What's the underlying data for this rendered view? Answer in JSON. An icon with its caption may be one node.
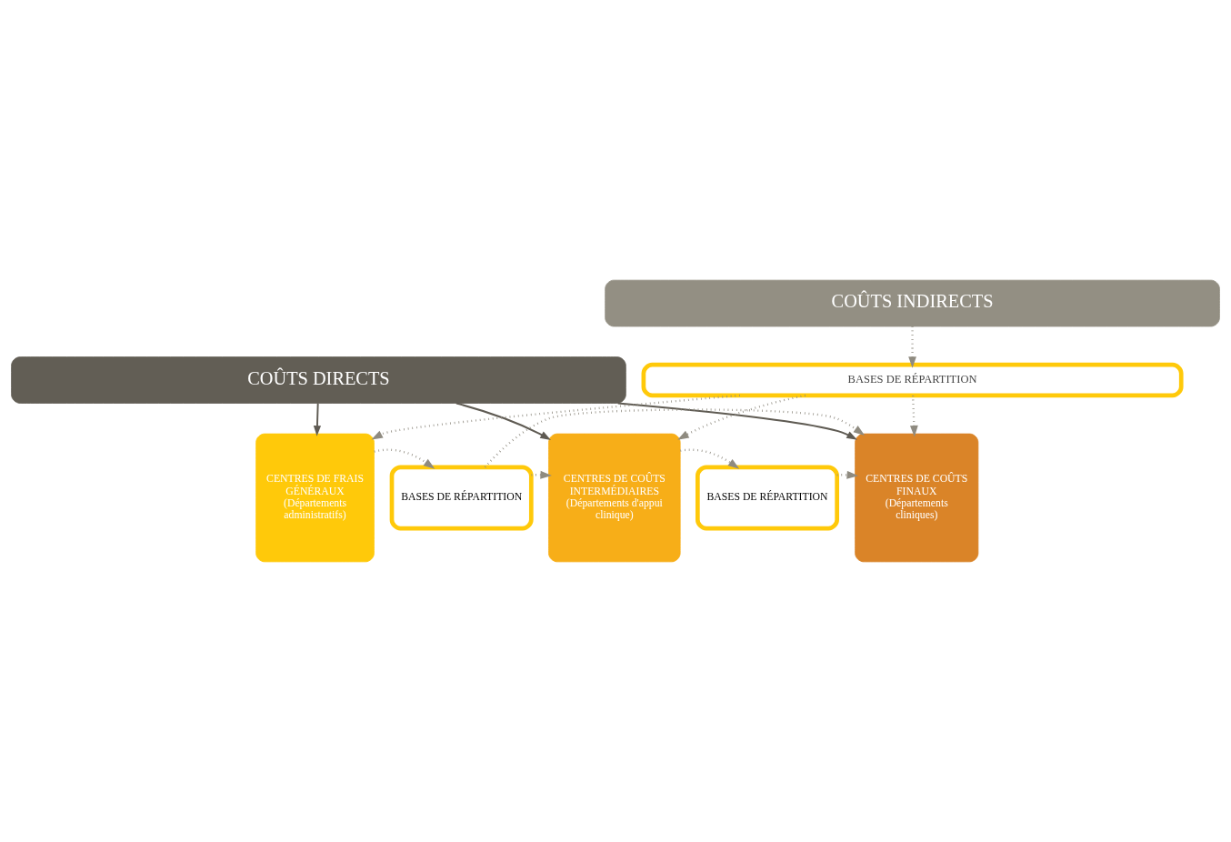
{
  "diagram": {
    "nodes": [
      {
        "text": [
          "COÛTS DIRECTS"
        ]
      },
      {
        "text": [
          "CENTRES DE FRAIS GÉNÉRAUX",
          "(Départements administratifs)"
        ]
      },
      {
        "text": [
          "BASES DE RÉPARTITION"
        ]
      },
      {
        "text": [
          "CENTRES DE COÛTS INTERMÉDIAIRES",
          "(Départements d'appui clinique)"
        ]
      },
      {
        "text": [
          "BASES DE RÉPARTITION"
        ]
      },
      {
        "text": [
          "CENTRES DE COÛTS FINAUX",
          "(Départements cliniques)"
        ]
      },
      {
        "text": [
          "BASES DE RÉPARTITION"
        ]
      },
      {
        "text": [
          "COÛTS INDIRECTS"
        ]
      }
    ],
    "edges": [
      {
        "from": 0,
        "to": 1,
        "arrow": "to",
        "color": "#5f5b53"
      },
      {
        "from": 0,
        "to": 3,
        "arrow": "to",
        "color": "#5f5b53"
      },
      {
        "from": 0,
        "to": 5,
        "arrow": "to",
        "color": "#5f5b53"
      },
      {
        "from": 1,
        "to": 2,
        "arrow": "to",
        "style": "dashed"
      },
      {
        "from": 2,
        "to": 3,
        "arrow": "to",
        "style": "dashed"
      },
      {
        "from": 3,
        "to": 4,
        "arrow": "to",
        "style": "dashed"
      },
      {
        "from": 4,
        "to": 5,
        "arrow": "to",
        "style": "dashed"
      },
      {
        "from": 2,
        "to": 5,
        "arrow": "to",
        "style": "dashed"
      },
      {
        "from": 6,
        "to": 1,
        "arrow": "to",
        "style": "dashed"
      },
      {
        "from": 6,
        "to": 3,
        "arrow": "to",
        "style": "dashed"
      },
      {
        "from": 6,
        "to": 5,
        "arrow": "to",
        "style": "dashed"
      },
      {
        "from": 7,
        "to": 6,
        "arrow": "to",
        "style": "dashed"
      }
    ]
  }
}
